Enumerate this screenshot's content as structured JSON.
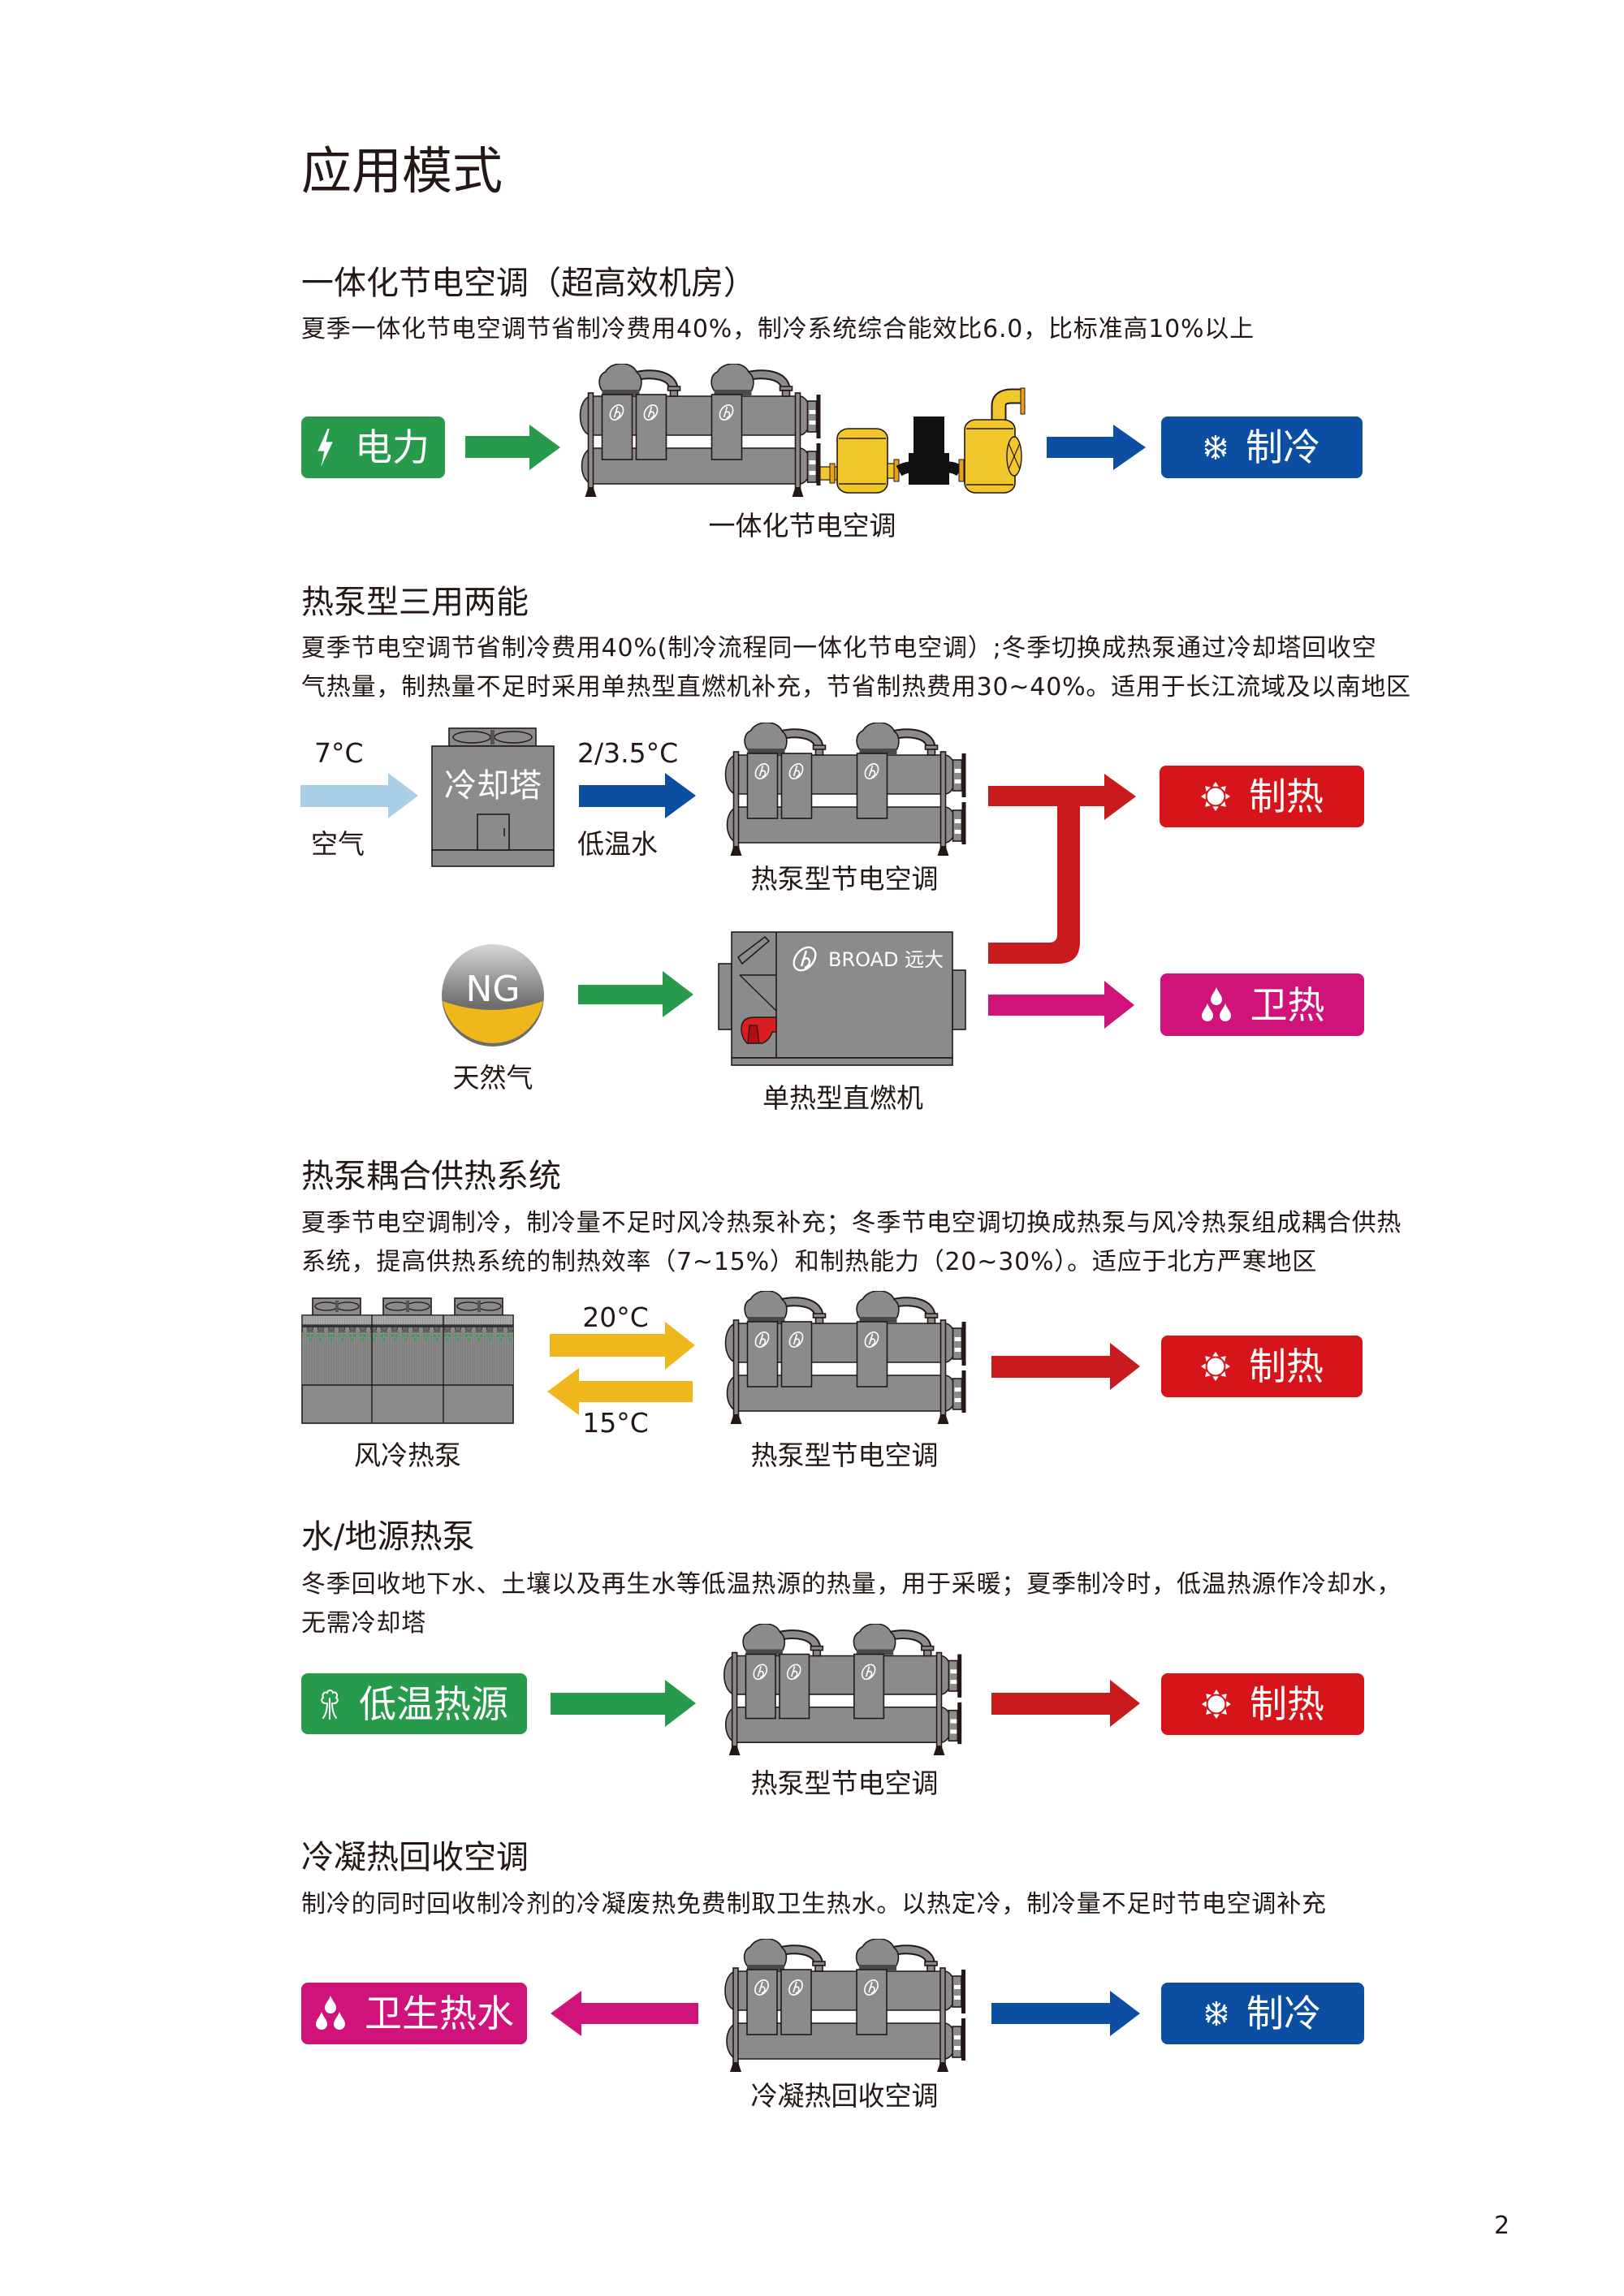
{
  "page": {
    "title": "应用模式",
    "page_number": "2"
  },
  "colors": {
    "green": "#289a4b",
    "blue": "#0c4ea1",
    "red": "#d7141a",
    "red_arrow": "#c91a1e",
    "magenta": "#d0137a",
    "light_blue": "#a9cfe6",
    "yellow": "#efb71c",
    "pump_yellow": "#f1c72c",
    "equipment_gray": "#8b8b8b",
    "text": "#231815"
  },
  "sections": [
    {
      "title": "一体化节电空调（超高效机房）",
      "desc": [
        "夏季一体化节电空调节省制冷费用40%，制冷系统综合能效比6.0，比标准高10%以上"
      ],
      "diagram": {
        "input": {
          "label": "电力",
          "icon": "lightning-icon"
        },
        "equipment": {
          "label": "一体化节电空调"
        },
        "output": {
          "label": "制冷",
          "icon": "snowflake-icon"
        }
      }
    },
    {
      "title": "热泵型三用两能",
      "desc": [
        "夏季节电空调节省制冷费用40%(制冷流程同一体化节电空调）;冬季切换成热泵通过冷却塔回收空",
        "气热量，制热量不足时采用单热型直燃机补充，节省制热费用30~40%。适用于长江流域及以南地区"
      ],
      "diagram": {
        "air": {
          "temp": "7°C",
          "label": "空气"
        },
        "cooling_tower": {
          "label": "冷却塔"
        },
        "low_temp_water": {
          "temp": "2/3.5°C",
          "label": "低温水"
        },
        "heat_pump": {
          "label": "热泵型节电空调"
        },
        "natural_gas": {
          "badge": "NG",
          "label": "天然气"
        },
        "direct_fired": {
          "brand": "BROAD 远大",
          "label": "单热型直燃机"
        },
        "outputs": [
          {
            "label": "制热",
            "icon": "sun-icon"
          },
          {
            "label": "卫热",
            "icon": "water-drops-icon"
          }
        ]
      }
    },
    {
      "title": "热泵耦合供热系统",
      "desc": [
        "夏季节电空调制冷，制冷量不足时风冷热泵补充；冬季节电空调切换成热泵与风冷热泵组成耦合供热",
        "系统，提高供热系统的制热效率（7~15%）和制热能力（20~30%）。适应于北方严寒地区"
      ],
      "diagram": {
        "air_cooled_heat_pump": {
          "label": "风冷热泵"
        },
        "supply_temp": "20°C",
        "return_temp": "15°C",
        "heat_pump": {
          "label": "热泵型节电空调"
        },
        "output": {
          "label": "制热",
          "icon": "sun-icon"
        }
      }
    },
    {
      "title": "水/地源热泵",
      "desc": [
        "冬季回收地下水、土壤以及再生水等低温热源的热量，用于采暖；夏季制冷时，低温热源作冷却水，",
        "无需冷却塔"
      ],
      "diagram": {
        "input": {
          "label": "低温热源",
          "icon": "heat-source-tree-icon"
        },
        "heat_pump": {
          "label": "热泵型节电空调"
        },
        "output": {
          "label": "制热",
          "icon": "sun-icon"
        }
      }
    },
    {
      "title": "冷凝热回收空调",
      "desc": [
        "制冷的同时回收制冷剂的冷凝废热免费制取卫生热水。以热定冷，制冷量不足时节电空调补充"
      ],
      "diagram": {
        "output_left": {
          "label": "卫生热水",
          "icon": "water-drops-icon"
        },
        "equipment": {
          "label": "冷凝热回收空调"
        },
        "output_right": {
          "label": "制冷",
          "icon": "snowflake-icon"
        }
      }
    }
  ]
}
